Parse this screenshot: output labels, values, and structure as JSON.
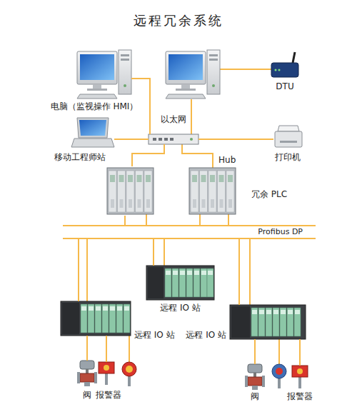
{
  "diagram": {
    "title": "远程冗余系统",
    "nodes": [
      {
        "text": [
          "电脑（监视操作 HMI）"
        ]
      },
      {
        "text": [
          "DTU"
        ]
      },
      {
        "text": [
          "移动工程师站"
        ]
      },
      {
        "text": [
          "以太网"
        ]
      },
      {
        "text": [
          "打印机"
        ]
      },
      {
        "text": [
          "冗余 PLC"
        ]
      },
      {
        "text": [
          "Profibus DP"
        ]
      },
      {
        "text": [
          "远程 IO 站"
        ]
      },
      {
        "text": [
          "远程 IO 站"
        ]
      },
      {
        "text": [
          "远程 IO 站"
        ]
      },
      {
        "text": [
          "阀"
        ]
      },
      {
        "text": [
          "报警器"
        ]
      },
      {
        "text": [
          "阀"
        ]
      },
      {
        "text": [
          "报警器"
        ]
      }
    ],
    "edges": [
      {
        "from": 0,
        "to": 3,
        "arrow": "none"
      },
      {
        "from": 2,
        "to": 3,
        "arrow": "none"
      },
      {
        "from": 4,
        "to": 3,
        "arrow": "none"
      },
      {
        "from": 3,
        "to": 5,
        "arrow": "none"
      },
      {
        "from": 5,
        "to": 6,
        "arrow": "none"
      },
      {
        "from": 6,
        "to": 7,
        "arrow": "none"
      },
      {
        "from": 6,
        "to": 8,
        "arrow": "none"
      },
      {
        "from": 6,
        "to": 9,
        "arrow": "none"
      },
      {
        "from": 8,
        "to": 10,
        "arrow": "none"
      },
      {
        "from": 8,
        "to": 11,
        "arrow": "none"
      },
      {
        "from": 9,
        "to": 12,
        "arrow": "none"
      },
      {
        "from": 9,
        "to": 13,
        "arrow": "none"
      }
    ],
    "labels": [
      "Hub"
    ]
  }
}
